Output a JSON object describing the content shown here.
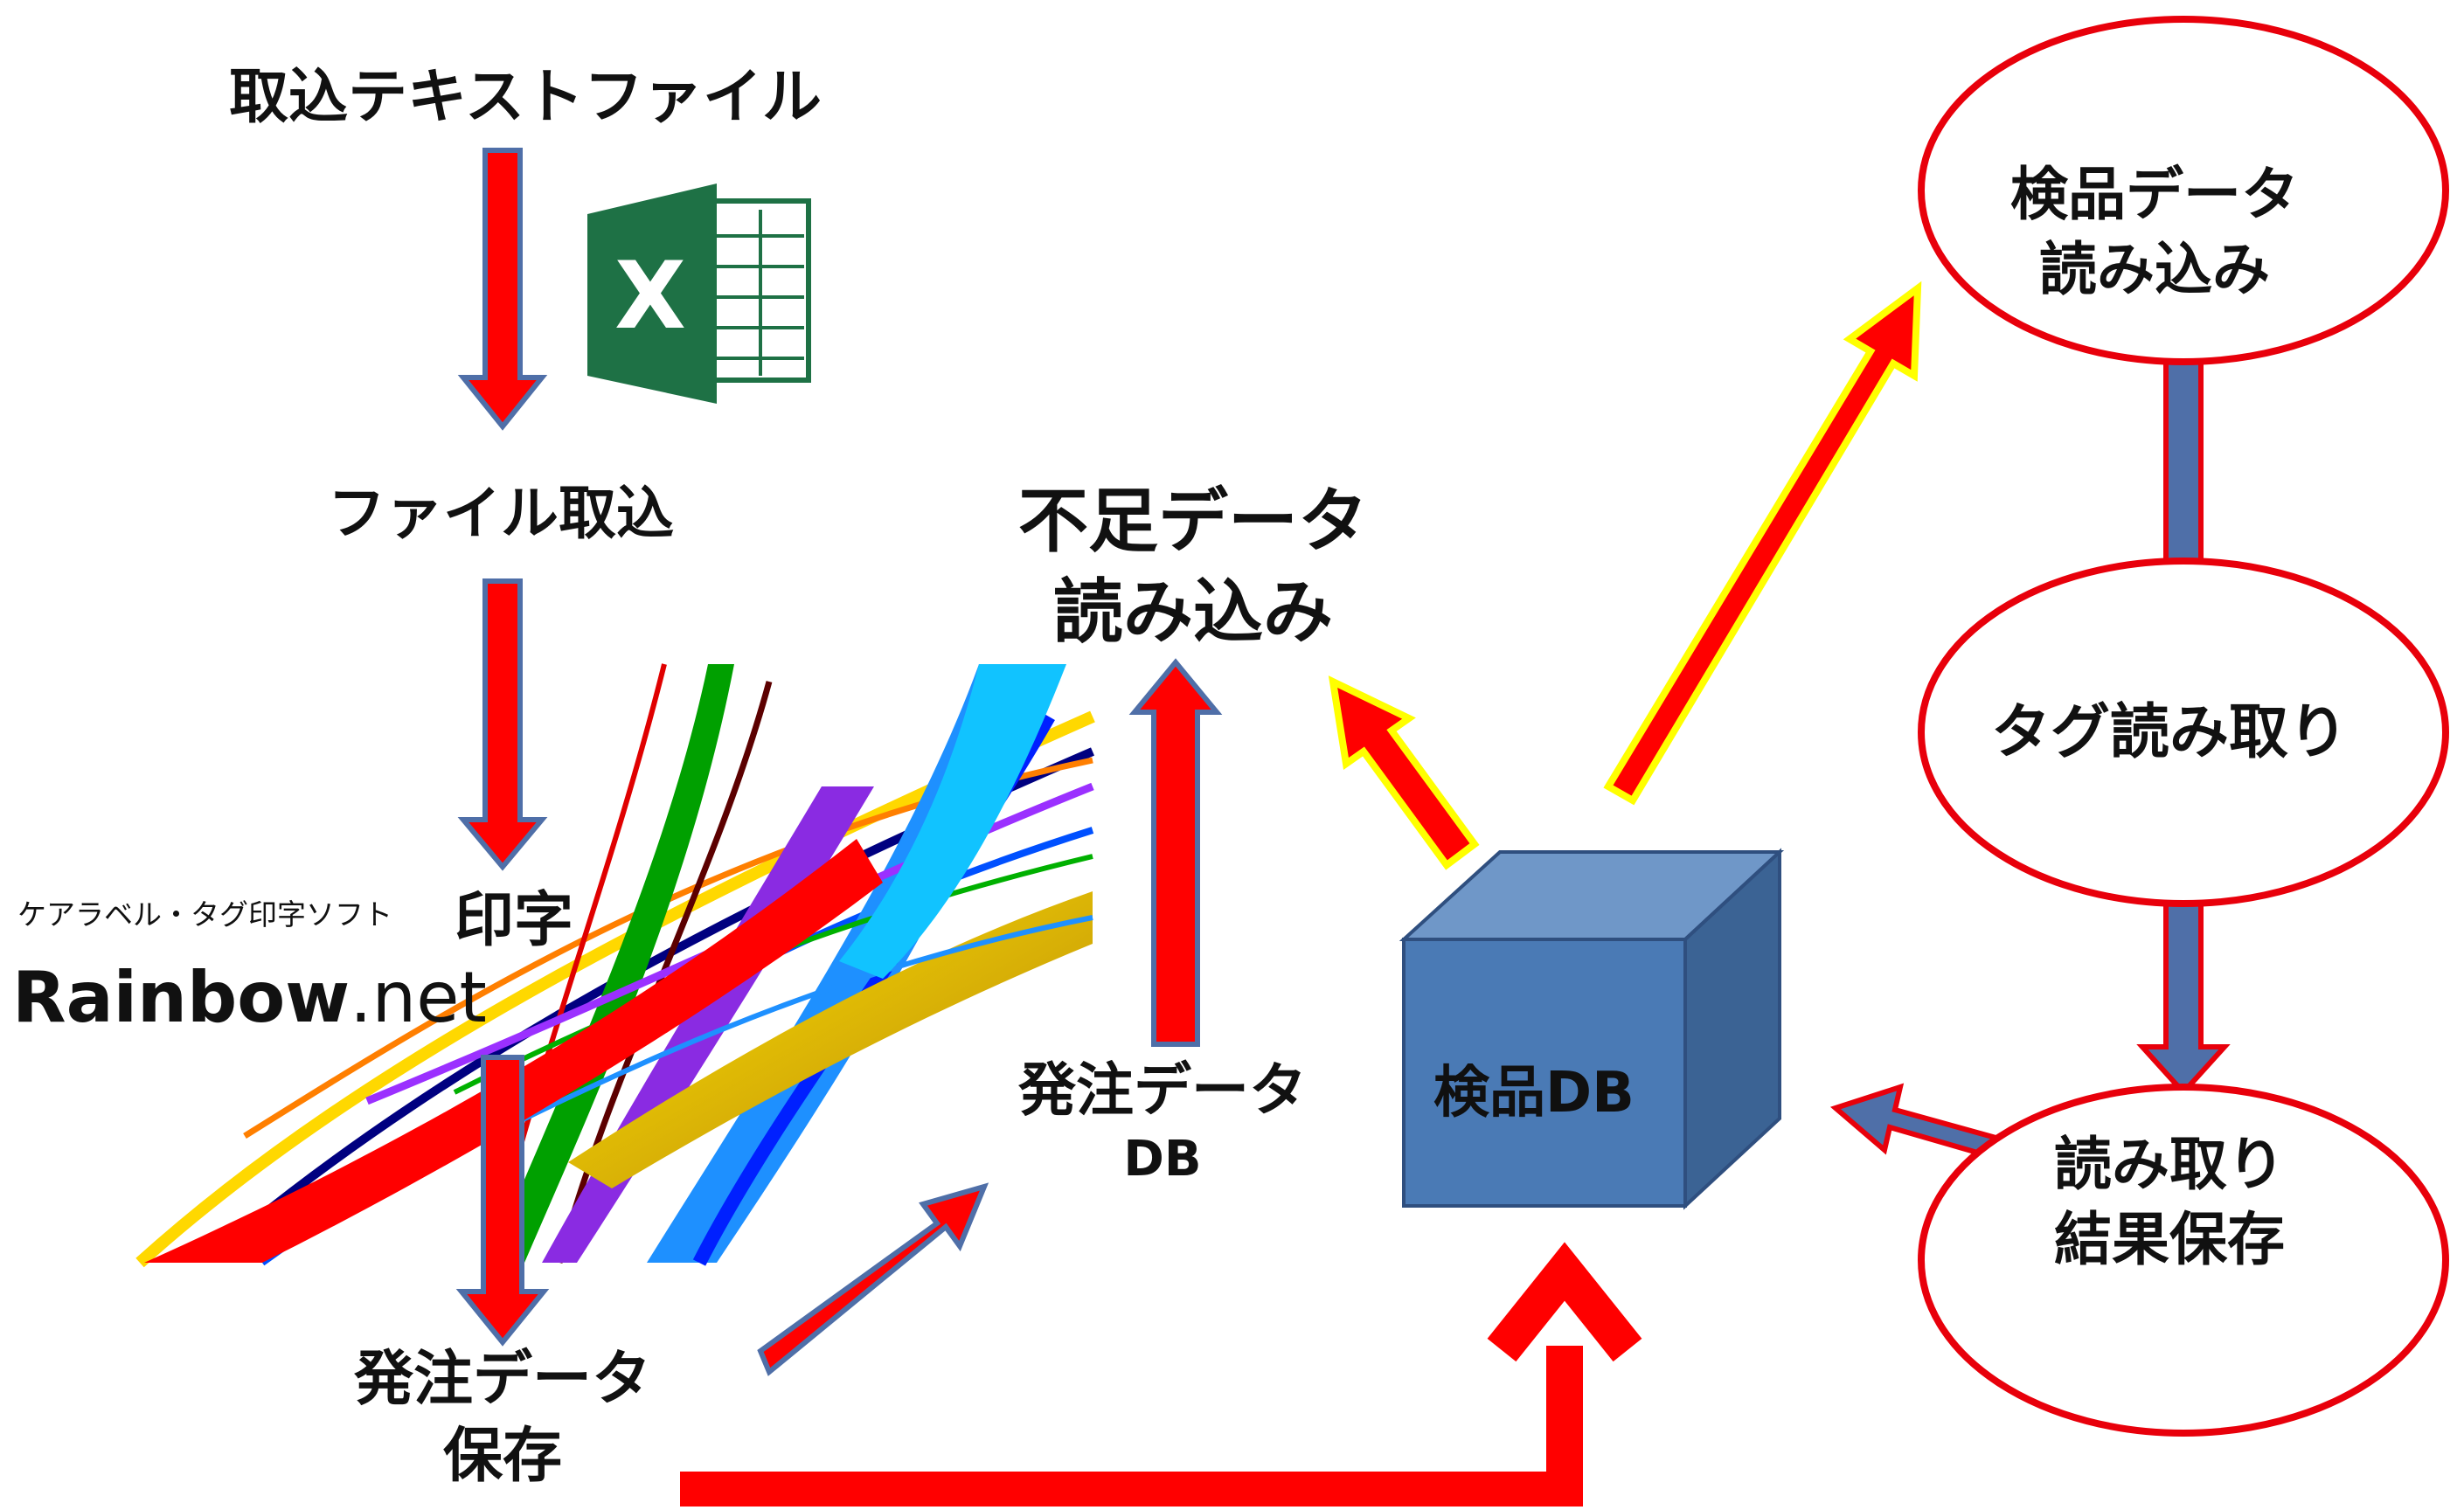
{
  "source_label": "取込テキストファイル",
  "import_label": "ファイル取込",
  "print_label": "印字",
  "order_save_label": [
    "発注データ",
    "保存"
  ],
  "shortage_label": [
    "不足データ",
    "読み込み"
  ],
  "order_db_label": [
    "発注データ",
    "DB"
  ],
  "inspection_db_label": "検品DB",
  "inspection_read_label": [
    "検品データ",
    "読み込み"
  ],
  "tag_read_label": "タグ読み取り",
  "result_save_label": [
    "読み取り",
    "結果保存"
  ],
  "excel_icon_letter": "X",
  "product": {
    "tagline": "ケアラベル・タグ印字ソフト",
    "name_bold": "Rainbow",
    "name_light": ".net"
  },
  "colors": {
    "arrow_red": "#ff0000",
    "arrow_blue_outline": "#4f6fa8",
    "arrow_yellow_outline": "#ffff00",
    "ellipse_red": "#e8000b",
    "cube_front": "#4a7ab5",
    "cube_top": "#6f97c8",
    "cube_side": "#3b6394",
    "excel_green": "#1e7145"
  }
}
